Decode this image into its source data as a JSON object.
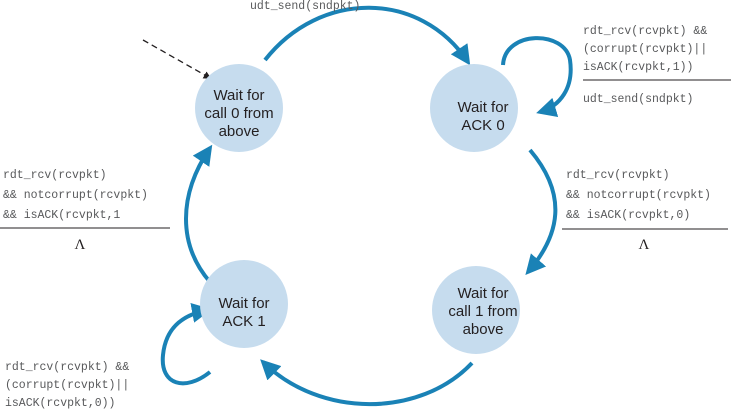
{
  "colors": {
    "state_fill": "#c6dcee",
    "arrow": "#1a82b6",
    "text": "#231f20",
    "code_text": "#58595b",
    "rule": "#231f20"
  },
  "states": {
    "wait_call_0": [
      "Wait for",
      "call 0 from",
      "above"
    ],
    "wait_ack_0": [
      "Wait for",
      "ACK 0"
    ],
    "wait_call_1": [
      "Wait for",
      "call 1 from",
      "above"
    ],
    "wait_ack_1": [
      "Wait for",
      "ACK 1"
    ]
  },
  "transitions": {
    "top": {
      "action": "udt_send(sndpkt)"
    },
    "ack0_self_loop": {
      "event": [
        "rdt_rcv(rcvpkt) &&",
        "(corrupt(rcvpkt)||",
        "isACK(rcvpkt,1))"
      ],
      "action": "udt_send(sndpkt)"
    },
    "right_down": {
      "event": [
        "rdt_rcv(rcvpkt)",
        "&& notcorrupt(rcvpkt)",
        "&& isACK(rcvpkt,0)"
      ],
      "action": "Λ"
    },
    "left_up": {
      "event": [
        "rdt_rcv(rcvpkt)",
        "&& notcorrupt(rcvpkt)",
        "&& isACK(rcvpkt,1"
      ],
      "action": "Λ"
    },
    "ack1_self_loop": {
      "event": [
        "rdt_rcv(rcvpkt) &&",
        "(corrupt(rcvpkt)||",
        "isACK(rcvpkt,0))"
      ]
    }
  }
}
